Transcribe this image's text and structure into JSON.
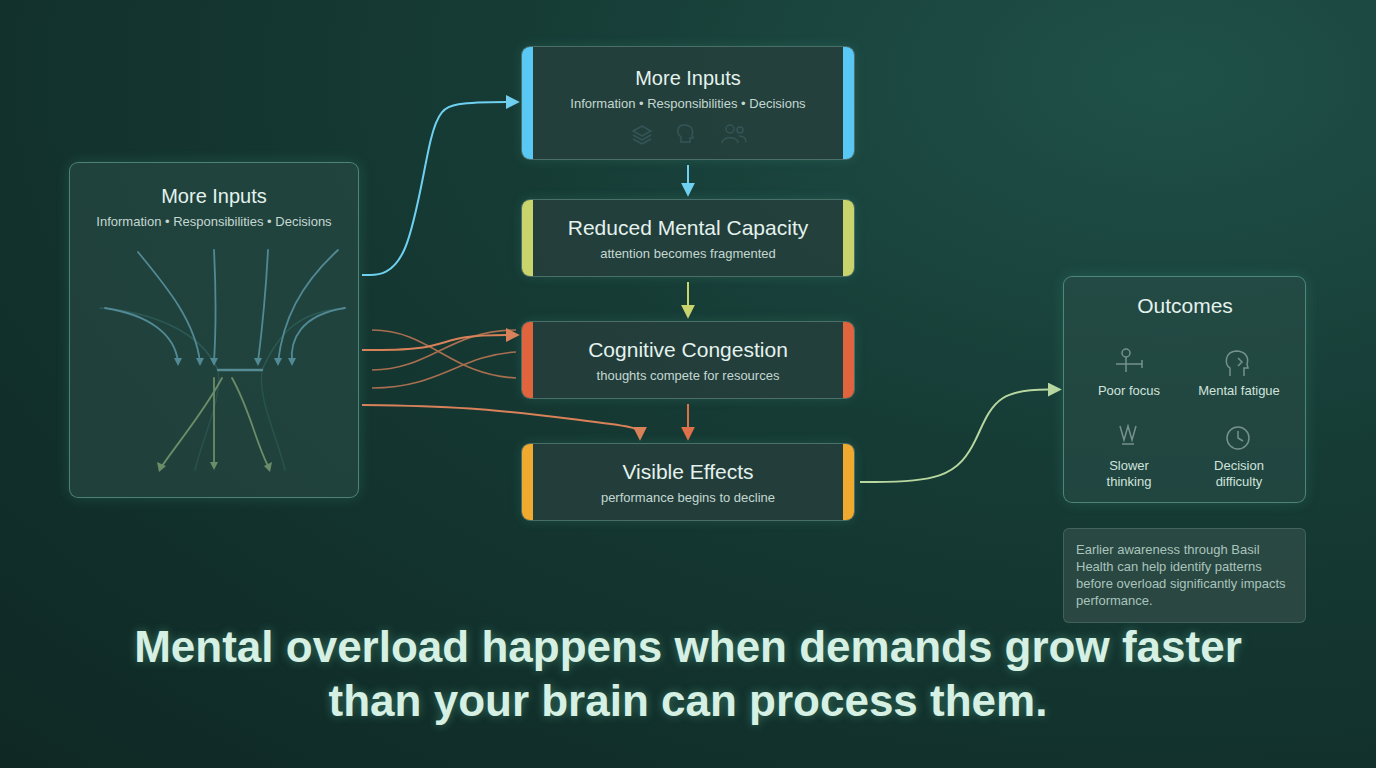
{
  "diagram": {
    "caption": "Mental overload happens when demands grow faster than your brain can process them.",
    "nodes": [
      {
        "text": [
          "More Inputs",
          "Information • Responsibilities • Decisions"
        ]
      },
      {
        "text": [
          "More Inputs",
          "Information • Responsibilities • Decisions"
        ]
      },
      {
        "text": [
          "Reduced Mental Capacity",
          "attention becomes fragmented"
        ]
      },
      {
        "text": [
          "Cognitive Congestion",
          "thoughts compete for resources"
        ]
      },
      {
        "text": [
          "Visible Effects",
          "performance begins to decline"
        ]
      },
      {
        "text": [
          "Outcomes",
          "Poor focus",
          "Mental fatigue",
          "Slower thinking",
          "Decision difficulty"
        ]
      },
      {
        "text": [
          "Earlier awareness through Basil Health can help identify patterns before overload significantly impacts performance."
        ]
      }
    ],
    "edges": [
      {
        "from": 0,
        "to": 1,
        "arrow": "to"
      },
      {
        "from": 1,
        "to": 2,
        "arrow": "to"
      },
      {
        "from": 2,
        "to": 3,
        "arrow": "to"
      },
      {
        "from": 3,
        "to": 4,
        "arrow": "to"
      },
      {
        "from": 4,
        "to": 5,
        "arrow": "to"
      },
      {
        "from": 0,
        "to": 3,
        "arrow": "to"
      },
      {
        "from": 0,
        "to": 4,
        "arrow": "to"
      }
    ]
  }
}
